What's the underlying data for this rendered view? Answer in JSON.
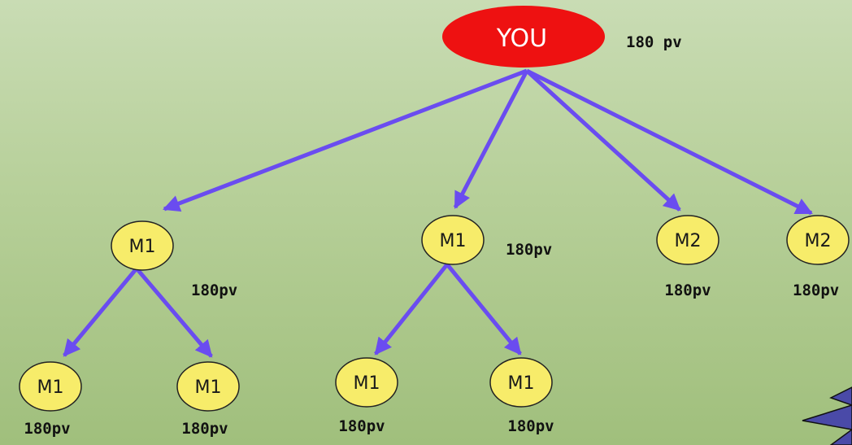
{
  "root": {
    "label": "YOU",
    "pv": "180 pv",
    "color": "#ee1111"
  },
  "nodes": [
    {
      "label": "M1",
      "pv": "180pv"
    },
    {
      "label": "M1",
      "pv": "180pv"
    },
    {
      "label": "M2",
      "pv": "180pv"
    },
    {
      "label": "M2",
      "pv": "180pv"
    },
    {
      "label": "M1",
      "pv": "180pv"
    },
    {
      "label": "M1",
      "pv": "180pv"
    },
    {
      "label": "M1",
      "pv": "180pv"
    },
    {
      "label": "M1",
      "pv": "180pv"
    }
  ],
  "colors": {
    "arrow": "#6a4cf0",
    "node_fill": "#f7ec6a",
    "node_stroke": "#222222",
    "star": "#4a4aa8"
  }
}
